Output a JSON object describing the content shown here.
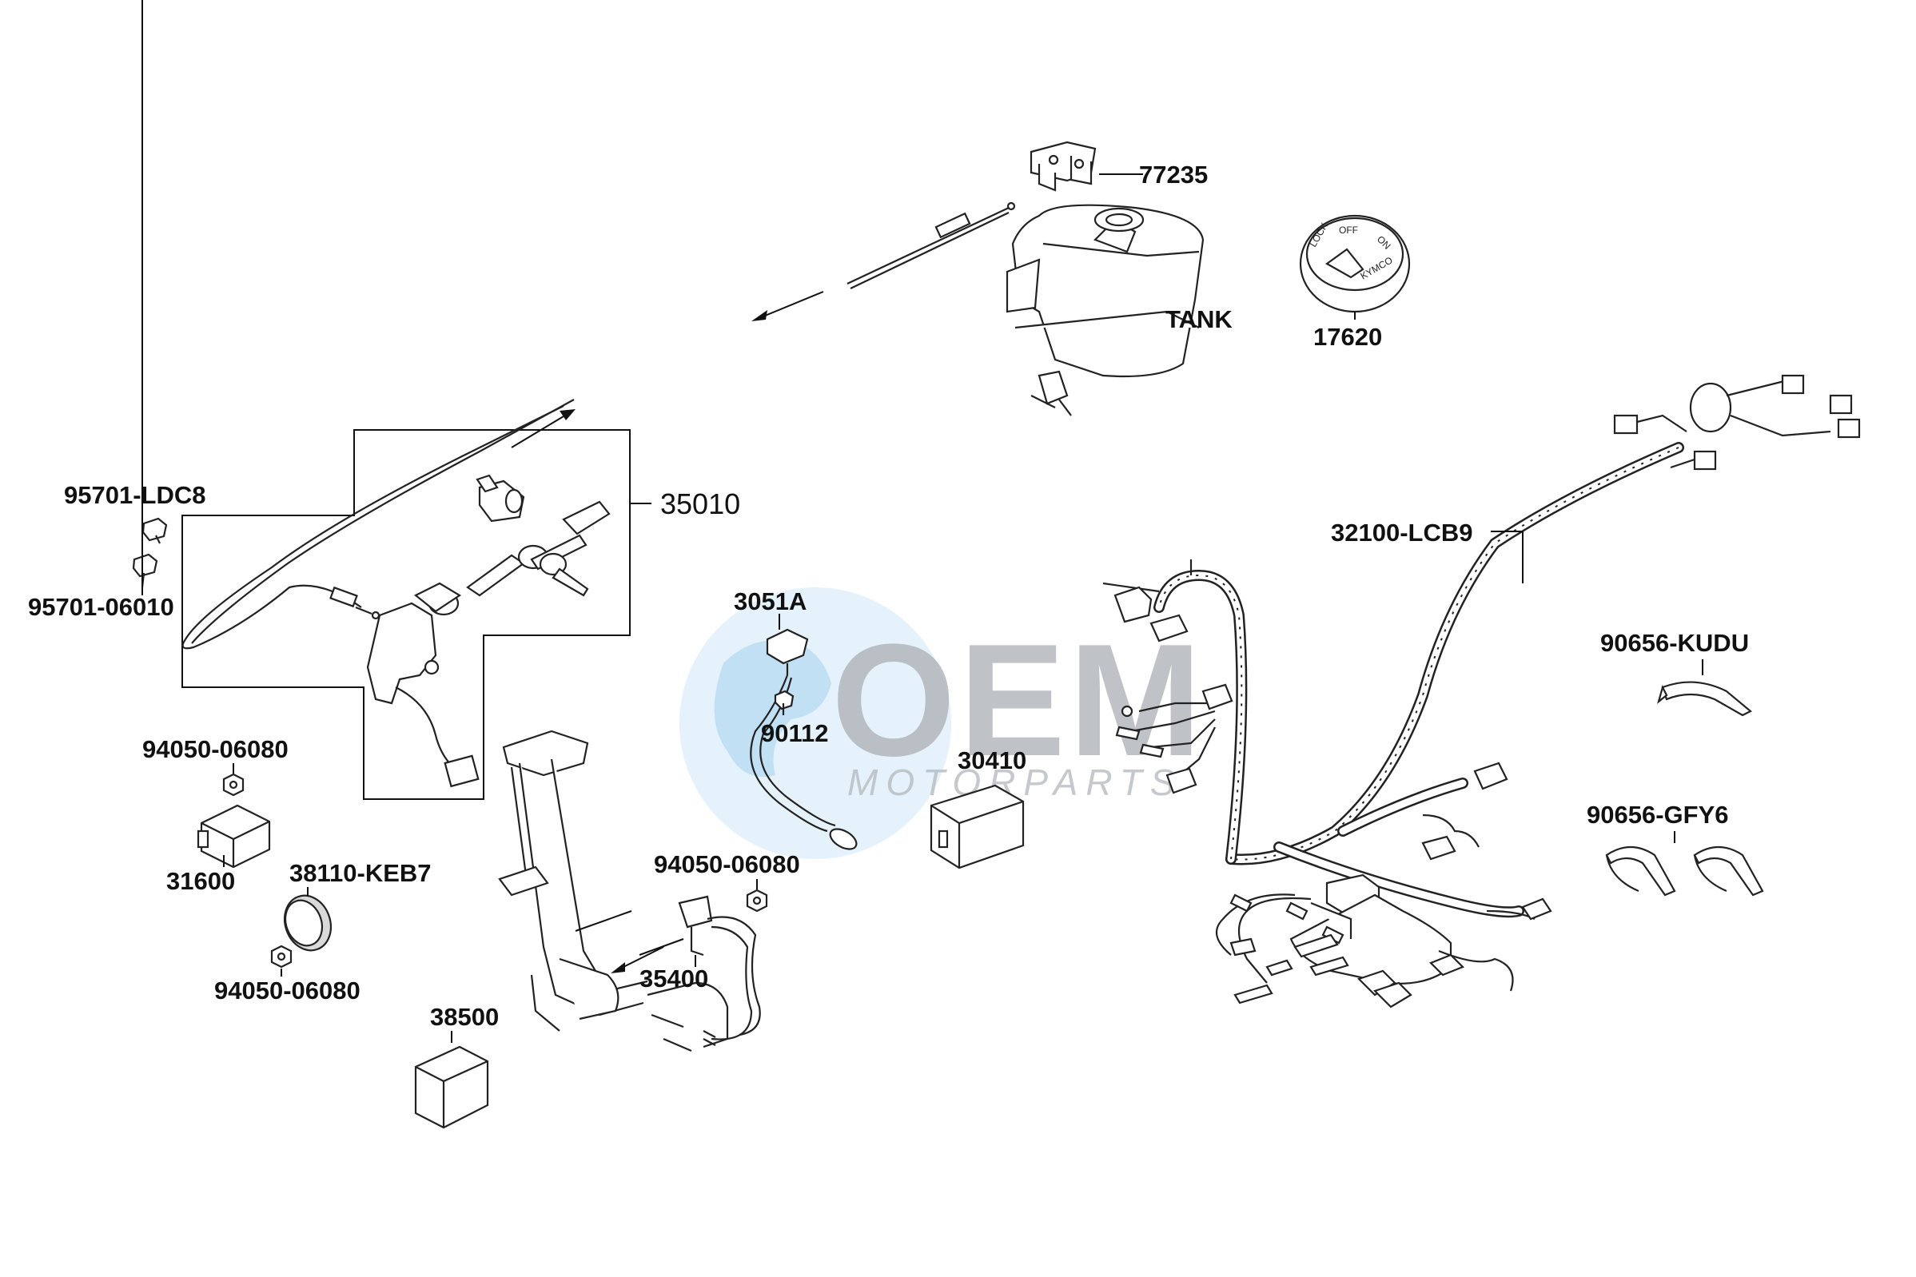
{
  "watermark": {
    "brand": "OEM",
    "sub": "MOTORPARTS"
  },
  "colors": {
    "line": "#222222",
    "watermark_globe": "#bfe0f5",
    "watermark_text": "#a9adb3"
  },
  "labels": {
    "p77235": "77235",
    "tank": "TANK",
    "p17620": "17620",
    "p35010": "35010",
    "p95701_ldc8": "95701-LDC8",
    "p95701_06010": "95701-06010",
    "p3051a": "3051A",
    "p90112": "90112",
    "p30410": "30410",
    "p32100_lcb9": "32100-LCB9",
    "p90656_kudu": "90656-KUDU",
    "p90656_gfy6": "90656-GFY6",
    "p94050_06080_a": "94050-06080",
    "p31600": "31600",
    "p38110_keb7": "38110-KEB7",
    "p94050_06080_b": "94050-06080",
    "p94050_06080_c": "94050-06080",
    "p35400": "35400",
    "p38500": "38500"
  },
  "icons": {
    "ignition_cap_marks": [
      "LOCK",
      "OFF",
      "ON",
      "KYMCO"
    ]
  }
}
